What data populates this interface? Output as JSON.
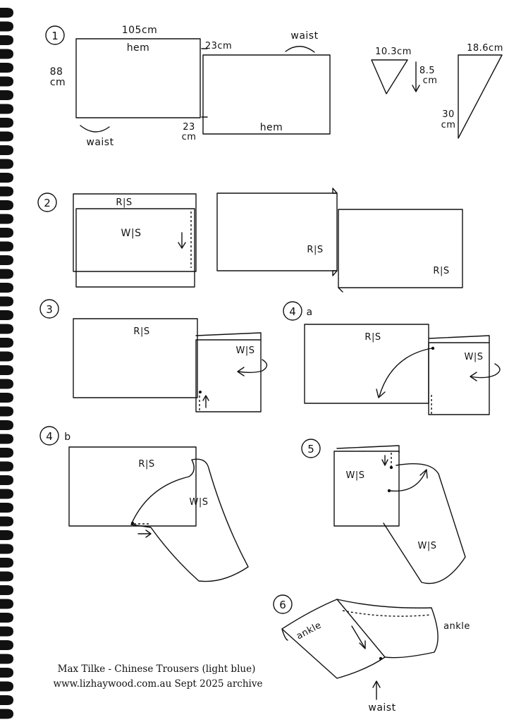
{
  "steps": {
    "s1": {
      "num": "1",
      "width_label": "105cm",
      "hem_label": "hem",
      "height_label_1": "88",
      "height_label_2": "cm",
      "waist_label": "waist",
      "gap_top": "23cm",
      "gap_bottom_1": "23",
      "gap_bottom_2": "cm",
      "waist_label_2": "waist",
      "hem_label_2": "hem",
      "tri1_width": "10.3cm",
      "tri1_height_1": "8.5",
      "tri1_height_2": "cm",
      "tri2_width": "18.6cm",
      "tri2_height_1": "30",
      "tri2_height_2": "cm"
    },
    "s2": {
      "num": "2",
      "rs_top": "R|S",
      "ws": "W|S",
      "rs_a": "R|S",
      "rs_b": "R|S"
    },
    "s3": {
      "num": "3",
      "rs": "R|S",
      "ws": "W|S"
    },
    "s4a": {
      "num": "4",
      "suffix": "a",
      "rs": "R|S",
      "ws": "W|S"
    },
    "s4b": {
      "num": "4",
      "suffix": "b",
      "rs": "R|S",
      "ws": "W|S"
    },
    "s5": {
      "num": "5",
      "ws_top": "W|S",
      "ws_bottom": "W|S"
    },
    "s6": {
      "num": "6",
      "ankle_left": "ankle",
      "ankle_right": "ankle",
      "waist": "waist"
    }
  },
  "caption": {
    "line1": "Max Tilke - Chinese Trousers (light blue)",
    "line2": "www.lizhaywood.com.au  Sept 2025 archive"
  }
}
